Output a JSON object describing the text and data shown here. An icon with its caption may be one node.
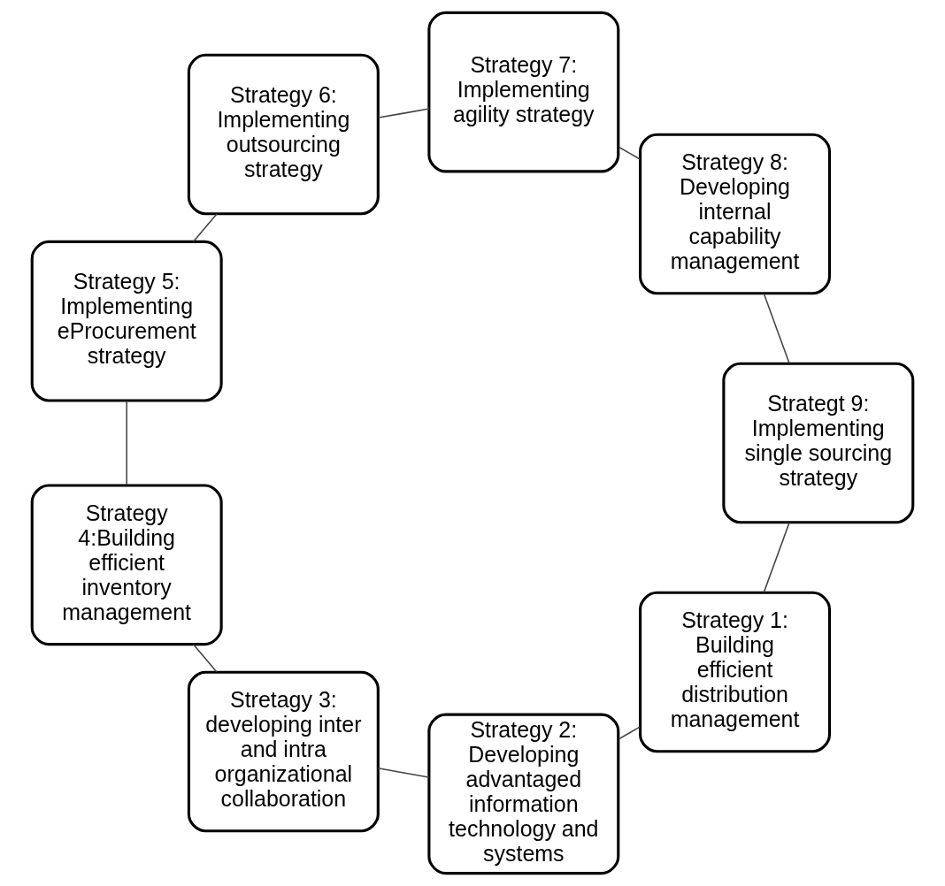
{
  "diagram": {
    "nodes": [
      {
        "text": [
          "Strategy 1: Building efficient distribution management"
        ]
      },
      {
        "text": [
          "Strategy 2: Developing advantaged information technology and systems"
        ]
      },
      {
        "text": [
          "Stretagy 3: developing inter and intra organizational collaboration"
        ]
      },
      {
        "text": [
          "Strategy 4:Building efficient inventory management"
        ]
      },
      {
        "text": [
          "Strategy 5: Implementing eProcurement strategy"
        ]
      },
      {
        "text": [
          "Strategy 6: Implementing outsourcing strategy"
        ]
      },
      {
        "text": [
          "Strategy 7: Implementing agility strategy"
        ]
      },
      {
        "text": [
          "Strategy 8: Developing internal capability management"
        ]
      },
      {
        "text": [
          "Strategt 9: Implementing single sourcing strategy"
        ]
      }
    ],
    "edges": [
      {
        "from": 0,
        "to": 1,
        "arrow": "none"
      },
      {
        "from": 1,
        "to": 2,
        "arrow": "none"
      },
      {
        "from": 2,
        "to": 3,
        "arrow": "none"
      },
      {
        "from": 3,
        "to": 4,
        "arrow": "none"
      },
      {
        "from": 4,
        "to": 5,
        "arrow": "none"
      },
      {
        "from": 5,
        "to": 6,
        "arrow": "none"
      },
      {
        "from": 6,
        "to": 7,
        "arrow": "none"
      },
      {
        "from": 7,
        "to": 8,
        "arrow": "none"
      },
      {
        "from": 8,
        "to": 0,
        "arrow": "none"
      }
    ]
  }
}
